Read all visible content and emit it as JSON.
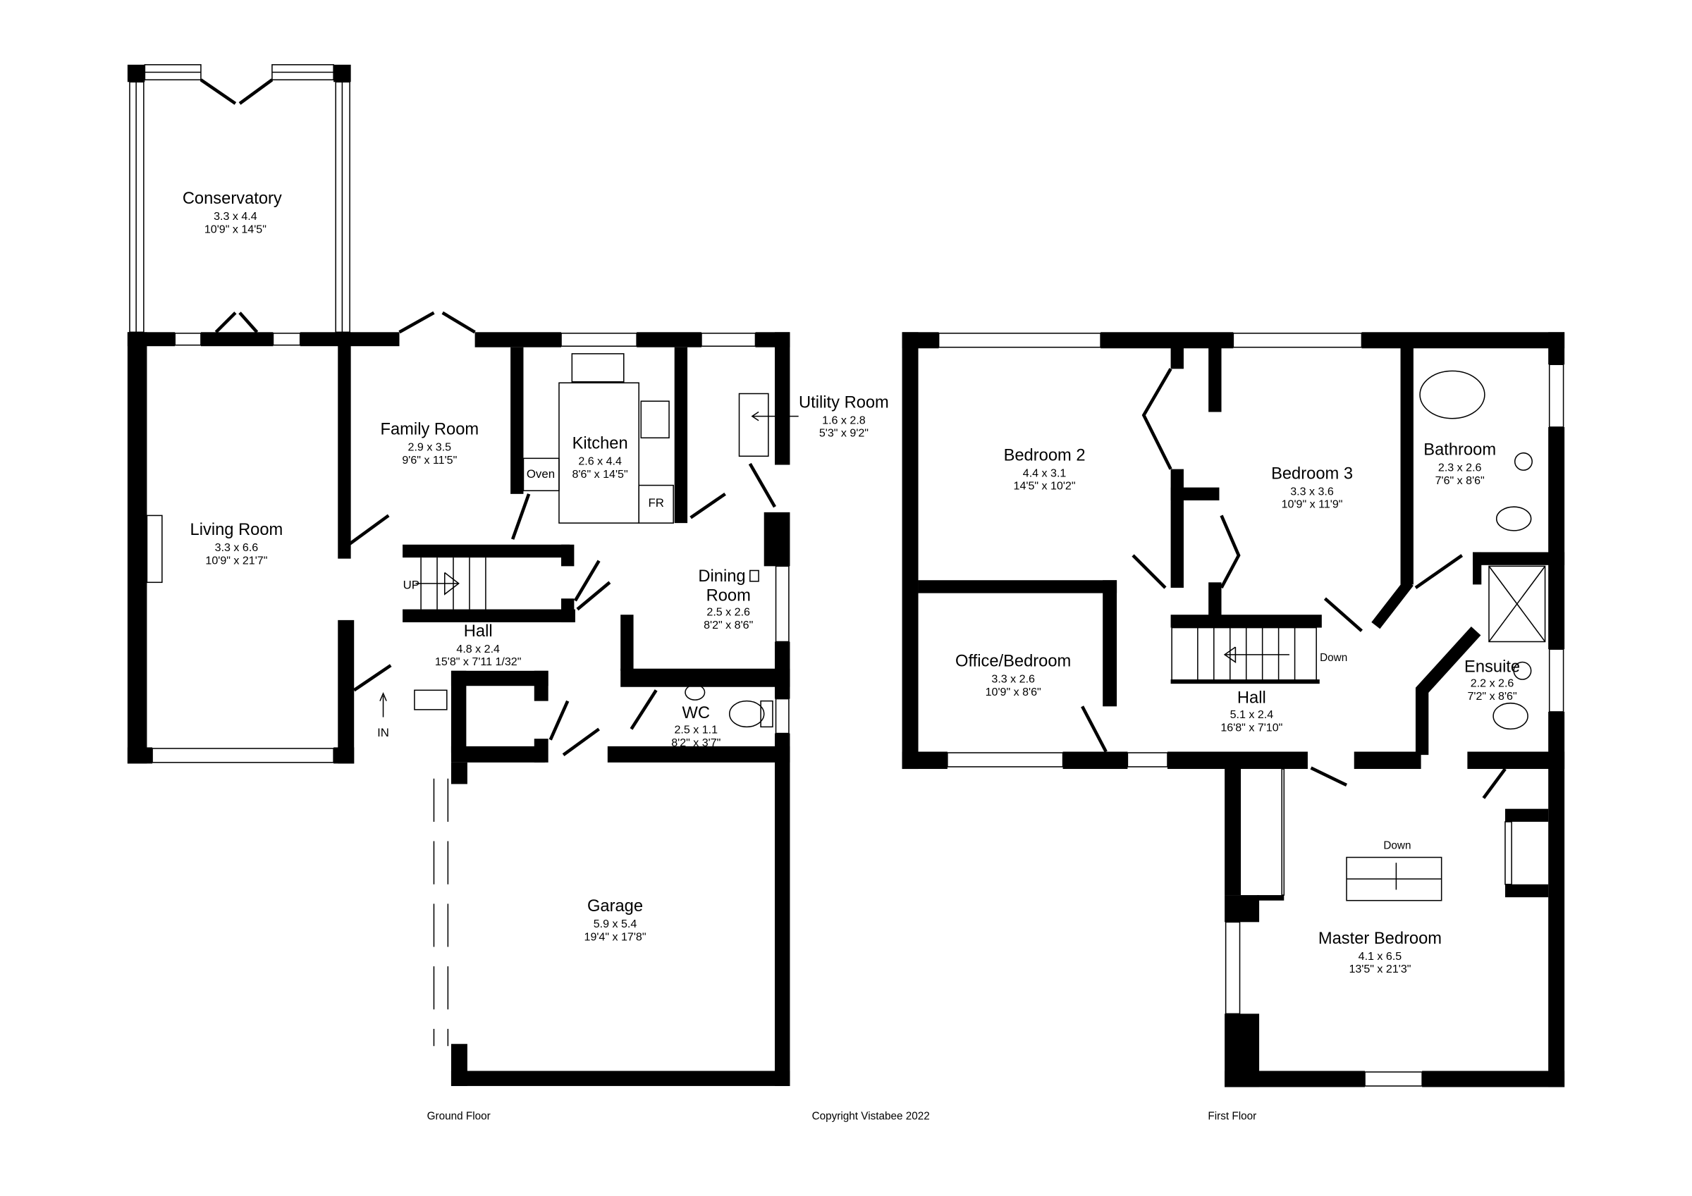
{
  "ground_floor": {
    "label": "Ground Floor",
    "rooms": [
      {
        "name": "Conservatory",
        "metric": "3.3 x 4.4",
        "imperial": "10'9\" x 14'5\""
      },
      {
        "name": "Living Room",
        "metric": "3.3 x 6.6",
        "imperial": "10'9\" x 21'7\""
      },
      {
        "name": "Family Room",
        "metric": "2.9 x 3.5",
        "imperial": "9'6\" x 11'5\""
      },
      {
        "name": "Kitchen",
        "metric": "2.6 x 4.4",
        "imperial": "8'6\" x 14'5\""
      },
      {
        "name": "Utility Room",
        "metric": "1.6 x 2.8",
        "imperial": "5'3\" x 9'2\""
      },
      {
        "name": "Dining",
        "name2": "Room",
        "metric": "2.5 x 2.6",
        "imperial": "8'2\" x 8'6\""
      },
      {
        "name": "Hall",
        "metric": "4.8 x 2.4",
        "imperial": "15'8\" x 7'11 1/32\""
      },
      {
        "name": "WC",
        "metric": "2.5 x 1.1",
        "imperial": "8'2\" x 3'7\""
      },
      {
        "name": "Garage",
        "metric": "5.9 x 5.4",
        "imperial": "19'4\" x 17'8\""
      }
    ],
    "fixtures": {
      "oven": "Oven",
      "fridge": "FR",
      "stairs": "UP",
      "entrance": "IN"
    }
  },
  "first_floor": {
    "label": "First Floor",
    "rooms": [
      {
        "name": "Bedroom 2",
        "metric": "4.4 x 3.1",
        "imperial": "14'5\" x 10'2\""
      },
      {
        "name": "Bedroom 3",
        "metric": "3.3 x 3.6",
        "imperial": "10'9\" x 11'9\""
      },
      {
        "name": "Bathroom",
        "metric": "2.3 x 2.6",
        "imperial": "7'6\" x 8'6\""
      },
      {
        "name": "Office/Bedroom",
        "metric": "3.3 x 2.6",
        "imperial": "10'9\" x 8'6\""
      },
      {
        "name": "Hall",
        "metric": "5.1 x 2.4",
        "imperial": "16'8\" x 7'10\""
      },
      {
        "name": "Ensuite",
        "metric": "2.2 x 2.6",
        "imperial": "7'2\" x 8'6\""
      },
      {
        "name": "Master Bedroom",
        "metric": "4.1 x 6.5",
        "imperial": "13'5\" x 21'3\""
      }
    ],
    "fixtures": {
      "stairs_down": "Down",
      "landing_down": "Down"
    }
  },
  "copyright": "Copyright Vistabee 2022",
  "colors": {
    "walls": "#000000",
    "background": "#ffffff"
  }
}
